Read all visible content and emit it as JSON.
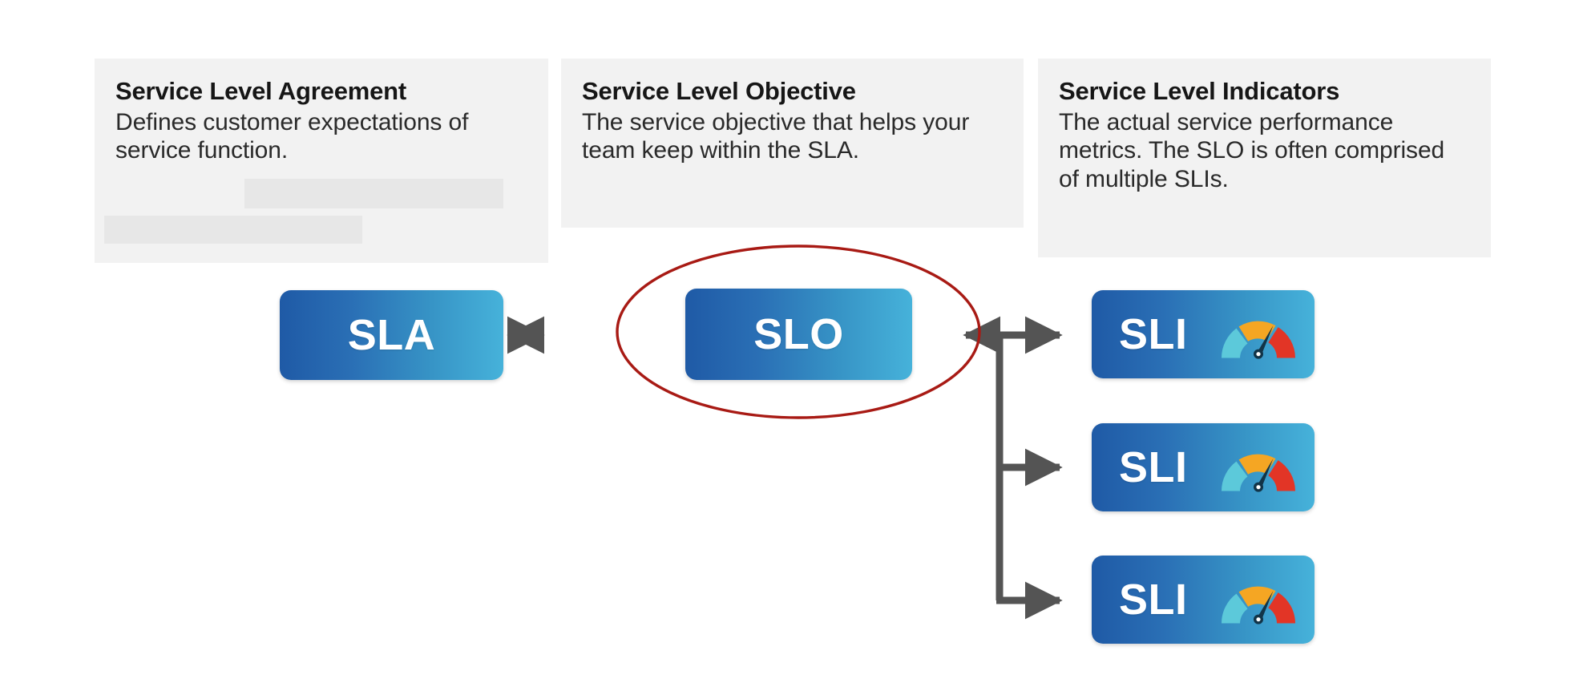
{
  "diagram": {
    "title": "SLA, SLO and SLI relationship diagram",
    "background_color": "#ffffff"
  },
  "cards": [
    {
      "id": "sla-card",
      "title": "Service Level Agreement",
      "body": "Defines customer expectations of service function.",
      "background_color": "#f2f2f2",
      "redaction_bars": 2
    },
    {
      "id": "slo-card",
      "title": "Service Level Objective",
      "body": "The service objective that helps your team keep within the SLA.",
      "background_color": "#f2f2f2",
      "redaction_bars": 0
    },
    {
      "id": "sli-card",
      "title": "Service Level Indicators",
      "body": "The actual service performance metrics. The SLO is often comprised of multiple SLIs.",
      "background_color": "#f2f2f2",
      "redaction_bars": 0
    }
  ],
  "nodes": {
    "sla": {
      "label": "SLA"
    },
    "slo": {
      "label": "SLO"
    },
    "sli_1": {
      "label": "SLI"
    },
    "sli_2": {
      "label": "SLI"
    },
    "sli_3": {
      "label": "SLI"
    }
  },
  "highlight": {
    "shape": "ellipse",
    "target": "SLO",
    "stroke_color": "#a81a14",
    "stroke_width": 3
  },
  "connectors": {
    "color": "#545454",
    "sla_to_slo": "double-headed-arrow",
    "slo_to_sli": "arrow-into-slo-and-branch-to-three-slis"
  },
  "gauge": {
    "name": "speedometer-gauge-icon",
    "segments": [
      {
        "name": "low",
        "color": "#5cc9da"
      },
      {
        "name": "medium",
        "color": "#f5a623"
      },
      {
        "name": "high",
        "color": "#e23526"
      }
    ],
    "needle_color": "#123448",
    "hub_color": "#123448"
  },
  "colors": {
    "node_gradient_start": "#1f5aa6",
    "node_gradient_end": "#46b2da",
    "card_background": "#f2f2f2",
    "redaction_bar": "#e7e7e7",
    "connector": "#545454",
    "highlight_red": "#a81a14",
    "text_dark": "#161616"
  }
}
